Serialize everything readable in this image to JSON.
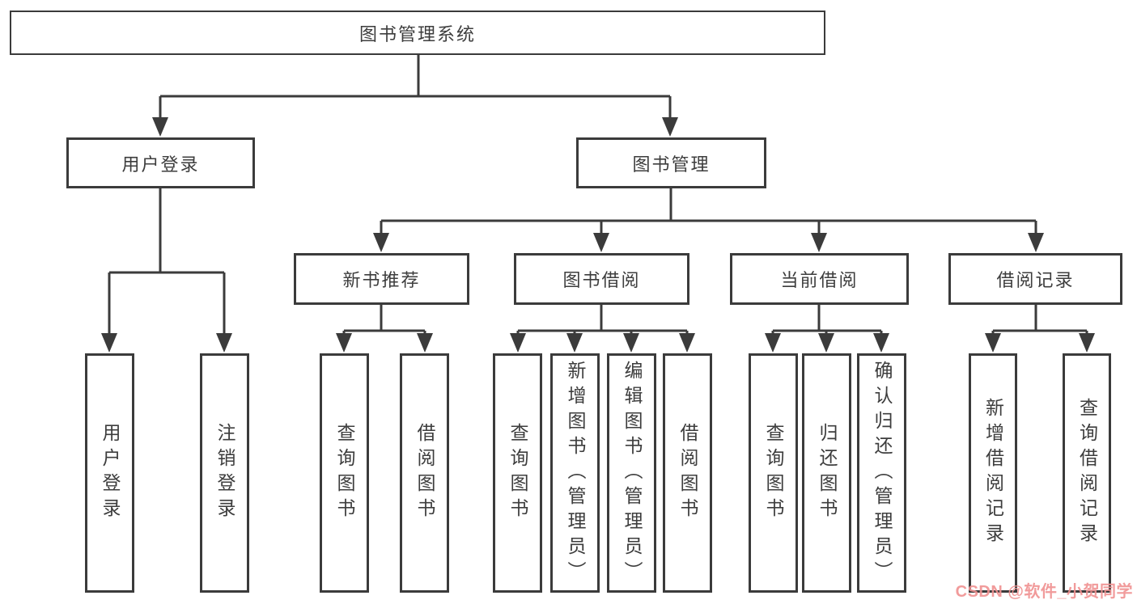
{
  "diagram": {
    "root": {
      "label": "图书管理系统"
    },
    "level1": [
      {
        "label": "用户登录"
      },
      {
        "label": "图书管理"
      }
    ],
    "level2": [
      {
        "label": "新书推荐"
      },
      {
        "label": "图书借阅"
      },
      {
        "label": "当前借阅"
      },
      {
        "label": "借阅记录"
      }
    ],
    "leaves": {
      "login": [
        "用户登录",
        "注销登录"
      ],
      "recommend": [
        "查询图书",
        "借阅图书"
      ],
      "borrowing": [
        "查询图书",
        "新增图书（管理员）",
        "编辑图书（管理员）",
        "借阅图书"
      ],
      "current": [
        "查询图书",
        "归还图书",
        "确认归还（管理员）"
      ],
      "records": [
        "新增借阅记录",
        "查询借阅记录"
      ]
    }
  },
  "watermark": {
    "text": "CSDN @软件_小贺同学",
    "color": "#f09191"
  },
  "colors": {
    "line": "#3b3b3b",
    "box_border": "#3b3b3b",
    "box_background": "#ffffff",
    "text": "#3d3d3d",
    "page_background": "#ffffff"
  }
}
